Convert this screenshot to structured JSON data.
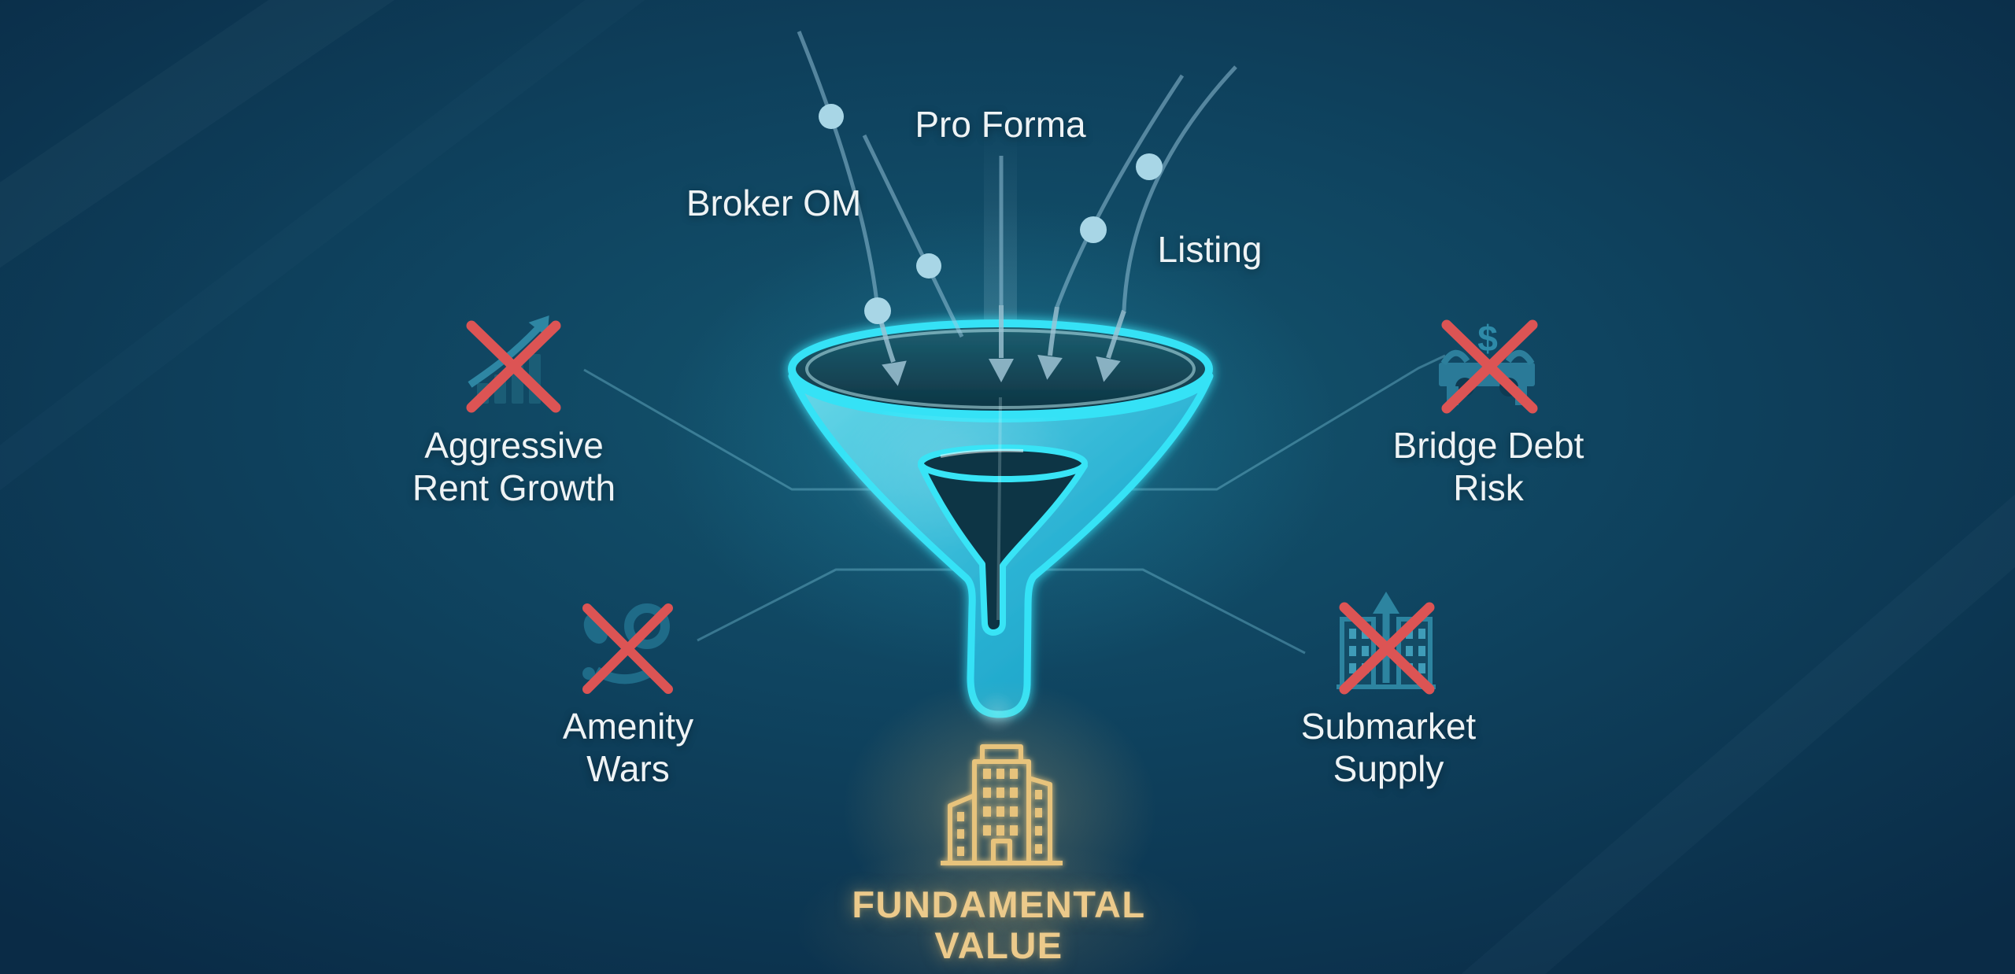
{
  "funnel_diagram": {
    "inputs": [
      {
        "label": "Broker OM",
        "icon": "stream-dot-icon"
      },
      {
        "label": "Pro Forma",
        "icon": "stream-dot-icon"
      },
      {
        "label": "Listing",
        "icon": "stream-dot-icon"
      }
    ],
    "funnel": {
      "icon": "funnel-icon"
    },
    "rejected_factors": [
      {
        "line1": "Aggressive",
        "line2": "Rent Growth",
        "icon": "rent-growth-chart-icon",
        "marker": "red-x-icon"
      },
      {
        "line1": "Amenity",
        "line2": "Wars",
        "icon": "amenity-swirl-icon",
        "marker": "red-x-icon"
      },
      {
        "line1": "Bridge Debt",
        "line2": "Risk",
        "icon": "bridge-dollar-icon",
        "marker": "red-x-icon",
        "currency_symbol": "$"
      },
      {
        "line1": "Submarket",
        "line2": "Supply",
        "icon": "buildings-growth-icon",
        "marker": "red-x-icon"
      }
    ],
    "result": {
      "line1": "FUNDAMENTAL",
      "line2": "VALUE",
      "icon": "building-icon"
    },
    "colors": {
      "background": "#0c3350",
      "funnel_cyan": "#36e2f6",
      "reject_red": "#dc5454",
      "gold": "#ecca8b",
      "label_text": "#eef3f5",
      "stream_blue": "#9ccadf",
      "icon_teal": "#2b7e9a"
    }
  }
}
